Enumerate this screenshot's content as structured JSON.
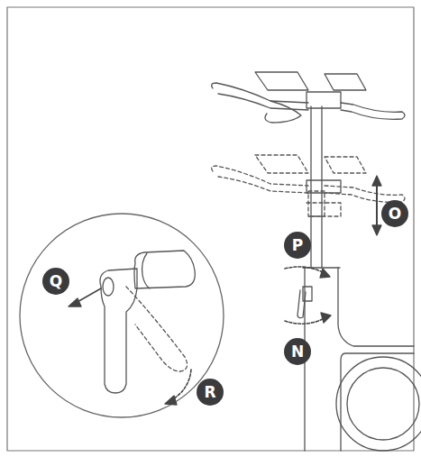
{
  "diagram": {
    "labels": [
      "Q",
      "P",
      "O",
      "N",
      "R"
    ]
  }
}
